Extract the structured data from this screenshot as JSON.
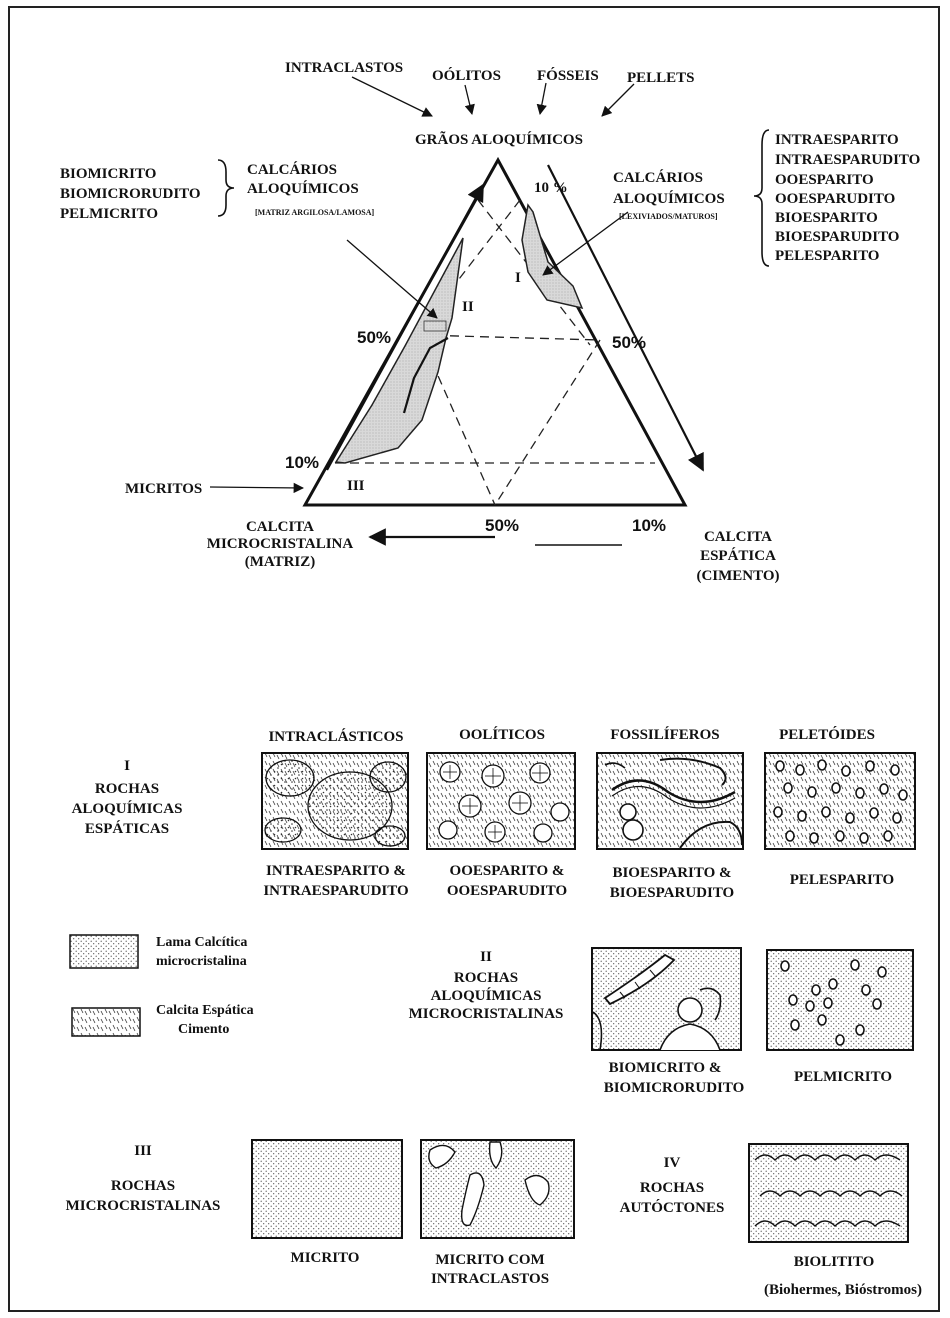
{
  "triangle": {
    "apex": "GRÃOS ALOQUÍMICOS",
    "left_vertex": [
      "CALCITA",
      "MICROCRISTALINA",
      "(MATRIZ)"
    ],
    "right_vertex": [
      "CALCITA",
      "ESPÁTICA",
      "(CIMENTO)"
    ],
    "grain_types": [
      "INTRACLASTOS",
      "OÓLITOS",
      "FÓSSEIS",
      "PELLETS"
    ],
    "left_field": {
      "title": [
        "CALCÁRIOS",
        "ALOQUÍMICOS"
      ],
      "note": "[MATRIZ ARGILOSA/LAMOSA]"
    },
    "right_field": {
      "title": [
        "CALCÁRIOS",
        "ALOQUÍMICOS"
      ],
      "note": "[LEXIVIADOS/MATUROS]"
    },
    "left_list": [
      "BIOMICRITO",
      "BIOMICRORUDITO",
      "PELMICRITO"
    ],
    "right_list": [
      "INTRAESPARITO",
      "INTRAESPARUDITO",
      "OOESPARITO",
      "OOESPARUDITO",
      "BIOESPARITO",
      "BIOESPARUDITO",
      "PELESPARITO"
    ],
    "micritos": "MICRITOS",
    "zones": [
      "I",
      "II",
      "III"
    ],
    "percent": {
      "top": "10 %",
      "left50": "50%",
      "right50": "50%",
      "left10": "10%",
      "bottom50": "50%",
      "bottom10": "10%"
    }
  },
  "group_I": {
    "roman": "I",
    "title": [
      "ROCHAS",
      "ALOQUÍMICAS",
      "ESPÁTICAS"
    ],
    "headers": [
      "INTRACLÁSTICOS",
      "OOLÍTICOS",
      "FOSSILÍFEROS",
      "PELETÓIDES"
    ],
    "names": [
      [
        "INTRAESPARITO &",
        "INTRAESPARUDITO"
      ],
      [
        "OOESPARITO &",
        "OOESPARUDITO"
      ],
      [
        "BIOESPARITO &",
        "BIOESPARUDITO"
      ],
      [
        "PELESPARITO"
      ]
    ]
  },
  "legend": [
    {
      "label": [
        "Lama Calcítica",
        "microcristalina"
      ]
    },
    {
      "label": [
        "Calcita Espática",
        "Cimento"
      ]
    }
  ],
  "group_II": {
    "roman": "II",
    "title": [
      "ROCHAS",
      "ALOQUÍMICAS",
      "MICROCRISTALINAS"
    ],
    "names": [
      [
        "BIOMICRITO &",
        "BIOMICRORUDITO"
      ],
      [
        "PELMICRITO"
      ]
    ]
  },
  "group_III": {
    "roman": "III",
    "title": [
      "ROCHAS",
      "MICROCRISTALINAS"
    ],
    "names": [
      [
        "MICRITO"
      ],
      [
        "MICRITO  COM",
        "INTRACLASTOS"
      ]
    ]
  },
  "group_IV": {
    "roman": "IV",
    "title": [
      "ROCHAS",
      "AUTÓCTONES"
    ],
    "names": [
      [
        "BIOLITITO"
      ]
    ],
    "note": "(Biohermes, Bióstromos)"
  }
}
